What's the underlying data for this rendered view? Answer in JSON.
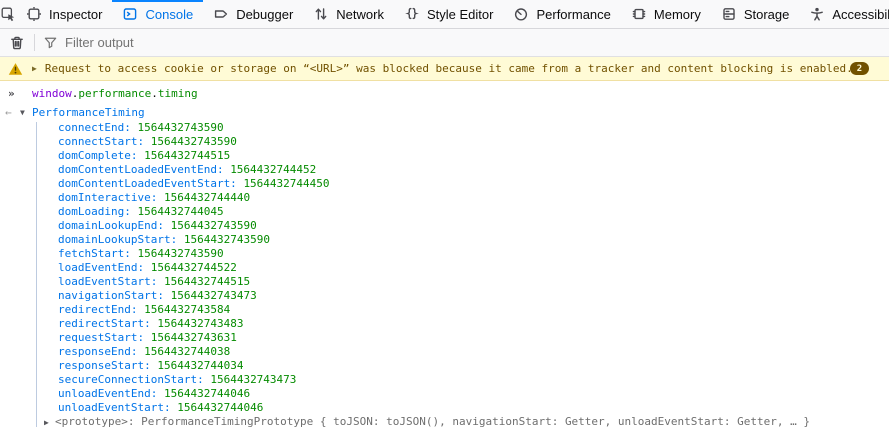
{
  "tabbar": {
    "tabs": [
      {
        "id": "inspector",
        "label": "Inspector"
      },
      {
        "id": "console",
        "label": "Console"
      },
      {
        "id": "debugger",
        "label": "Debugger"
      },
      {
        "id": "network",
        "label": "Network"
      },
      {
        "id": "style-editor",
        "label": "Style Editor"
      },
      {
        "id": "performance",
        "label": "Performance"
      },
      {
        "id": "memory",
        "label": "Memory"
      },
      {
        "id": "storage",
        "label": "Storage"
      },
      {
        "id": "accessibility",
        "label": "Accessibility"
      }
    ],
    "active_tab": "Console"
  },
  "console_toolbar": {
    "filter_placeholder": "Filter output"
  },
  "glyphs": {
    "prompt": "»",
    "result_arrow": "←",
    "twisty_open": "▼",
    "twisty_closed": "▶"
  },
  "messages": {
    "warning": {
      "text": "Request to access cookie or storage on “<URL>” was blocked because it came from a tracker and content blocking is enabled.",
      "count": "2"
    },
    "command": {
      "text": "window.performance.timing",
      "tokens": [
        {
          "text": "window",
          "type": "variable"
        },
        {
          "text": ".",
          "type": "punct"
        },
        {
          "text": "performance",
          "type": "property"
        },
        {
          "text": ".",
          "type": "punct"
        },
        {
          "text": "timing",
          "type": "property"
        }
      ]
    },
    "result": {
      "class_name": "PerformanceTiming",
      "properties": [
        {
          "name": "connectEnd",
          "value": "1564432743590"
        },
        {
          "name": "connectStart",
          "value": "1564432743590"
        },
        {
          "name": "domComplete",
          "value": "1564432744515"
        },
        {
          "name": "domContentLoadedEventEnd",
          "value": "1564432744452"
        },
        {
          "name": "domContentLoadedEventStart",
          "value": "1564432744450"
        },
        {
          "name": "domInteractive",
          "value": "1564432744440"
        },
        {
          "name": "domLoading",
          "value": "1564432744045"
        },
        {
          "name": "domainLookupEnd",
          "value": "1564432743590"
        },
        {
          "name": "domainLookupStart",
          "value": "1564432743590"
        },
        {
          "name": "fetchStart",
          "value": "1564432743590"
        },
        {
          "name": "loadEventEnd",
          "value": "1564432744522"
        },
        {
          "name": "loadEventStart",
          "value": "1564432744515"
        },
        {
          "name": "navigationStart",
          "value": "1564432743473"
        },
        {
          "name": "redirectEnd",
          "value": "1564432743584"
        },
        {
          "name": "redirectStart",
          "value": "1564432743483"
        },
        {
          "name": "requestStart",
          "value": "1564432743631"
        },
        {
          "name": "responseEnd",
          "value": "1564432744038"
        },
        {
          "name": "responseStart",
          "value": "1564432744034"
        },
        {
          "name": "secureConnectionStart",
          "value": "1564432743473"
        },
        {
          "name": "unloadEventEnd",
          "value": "1564432744046"
        },
        {
          "name": "unloadEventStart",
          "value": "1564432744046"
        }
      ],
      "prototype_label": "<prototype>: ",
      "prototype_preview": "PerformanceTimingPrototype { toJSON: toJSON(), navigationStart: Getter, unloadEventStart: Getter, … }"
    }
  },
  "colors": {
    "accent_blue": "#0a84ff",
    "active_tab_blue": "#0074e8",
    "property_name_blue": "#0074e8",
    "number_green": "#058b00",
    "variable_purple": "#8000d7",
    "warning_bg": "#fffbd6",
    "warning_text": "#715100",
    "toolbar_bg": "#f9f9fa"
  }
}
